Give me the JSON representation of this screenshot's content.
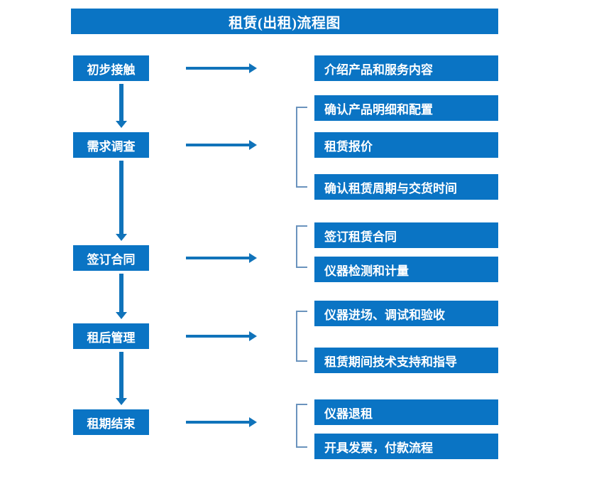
{
  "title": "租赁(出租)流程图",
  "colors": {
    "box_fill": "#0a74c4",
    "box_text": "#ffffff",
    "arrow": "#1073ba",
    "bracket": "#6a93bd",
    "background": "#ffffff"
  },
  "stages": [
    {
      "label": "初步接触"
    },
    {
      "label": "需求调查"
    },
    {
      "label": "签订合同"
    },
    {
      "label": "租后管理"
    },
    {
      "label": "租期结束"
    }
  ],
  "groups": [
    {
      "stage": "初步接触",
      "bracket": false,
      "tasks": [
        {
          "label": "介绍产品和服务内容"
        }
      ]
    },
    {
      "stage": "需求调查",
      "bracket": true,
      "tasks": [
        {
          "label": "确认产品明细和配置"
        },
        {
          "label": "租赁报价"
        },
        {
          "label": "确认租赁周期与交货时间"
        }
      ]
    },
    {
      "stage": "签订合同",
      "bracket": true,
      "tasks": [
        {
          "label": "签订租赁合同"
        },
        {
          "label": "仪器检测和计量"
        }
      ]
    },
    {
      "stage": "租后管理",
      "bracket": true,
      "tasks": [
        {
          "label": "仪器进场、调试和验收"
        },
        {
          "label": "租赁期间技术支持和指导"
        }
      ]
    },
    {
      "stage": "租期结束",
      "bracket": true,
      "tasks": [
        {
          "label": "仪器退租"
        },
        {
          "label": "开具发票，付款流程"
        }
      ]
    }
  ]
}
